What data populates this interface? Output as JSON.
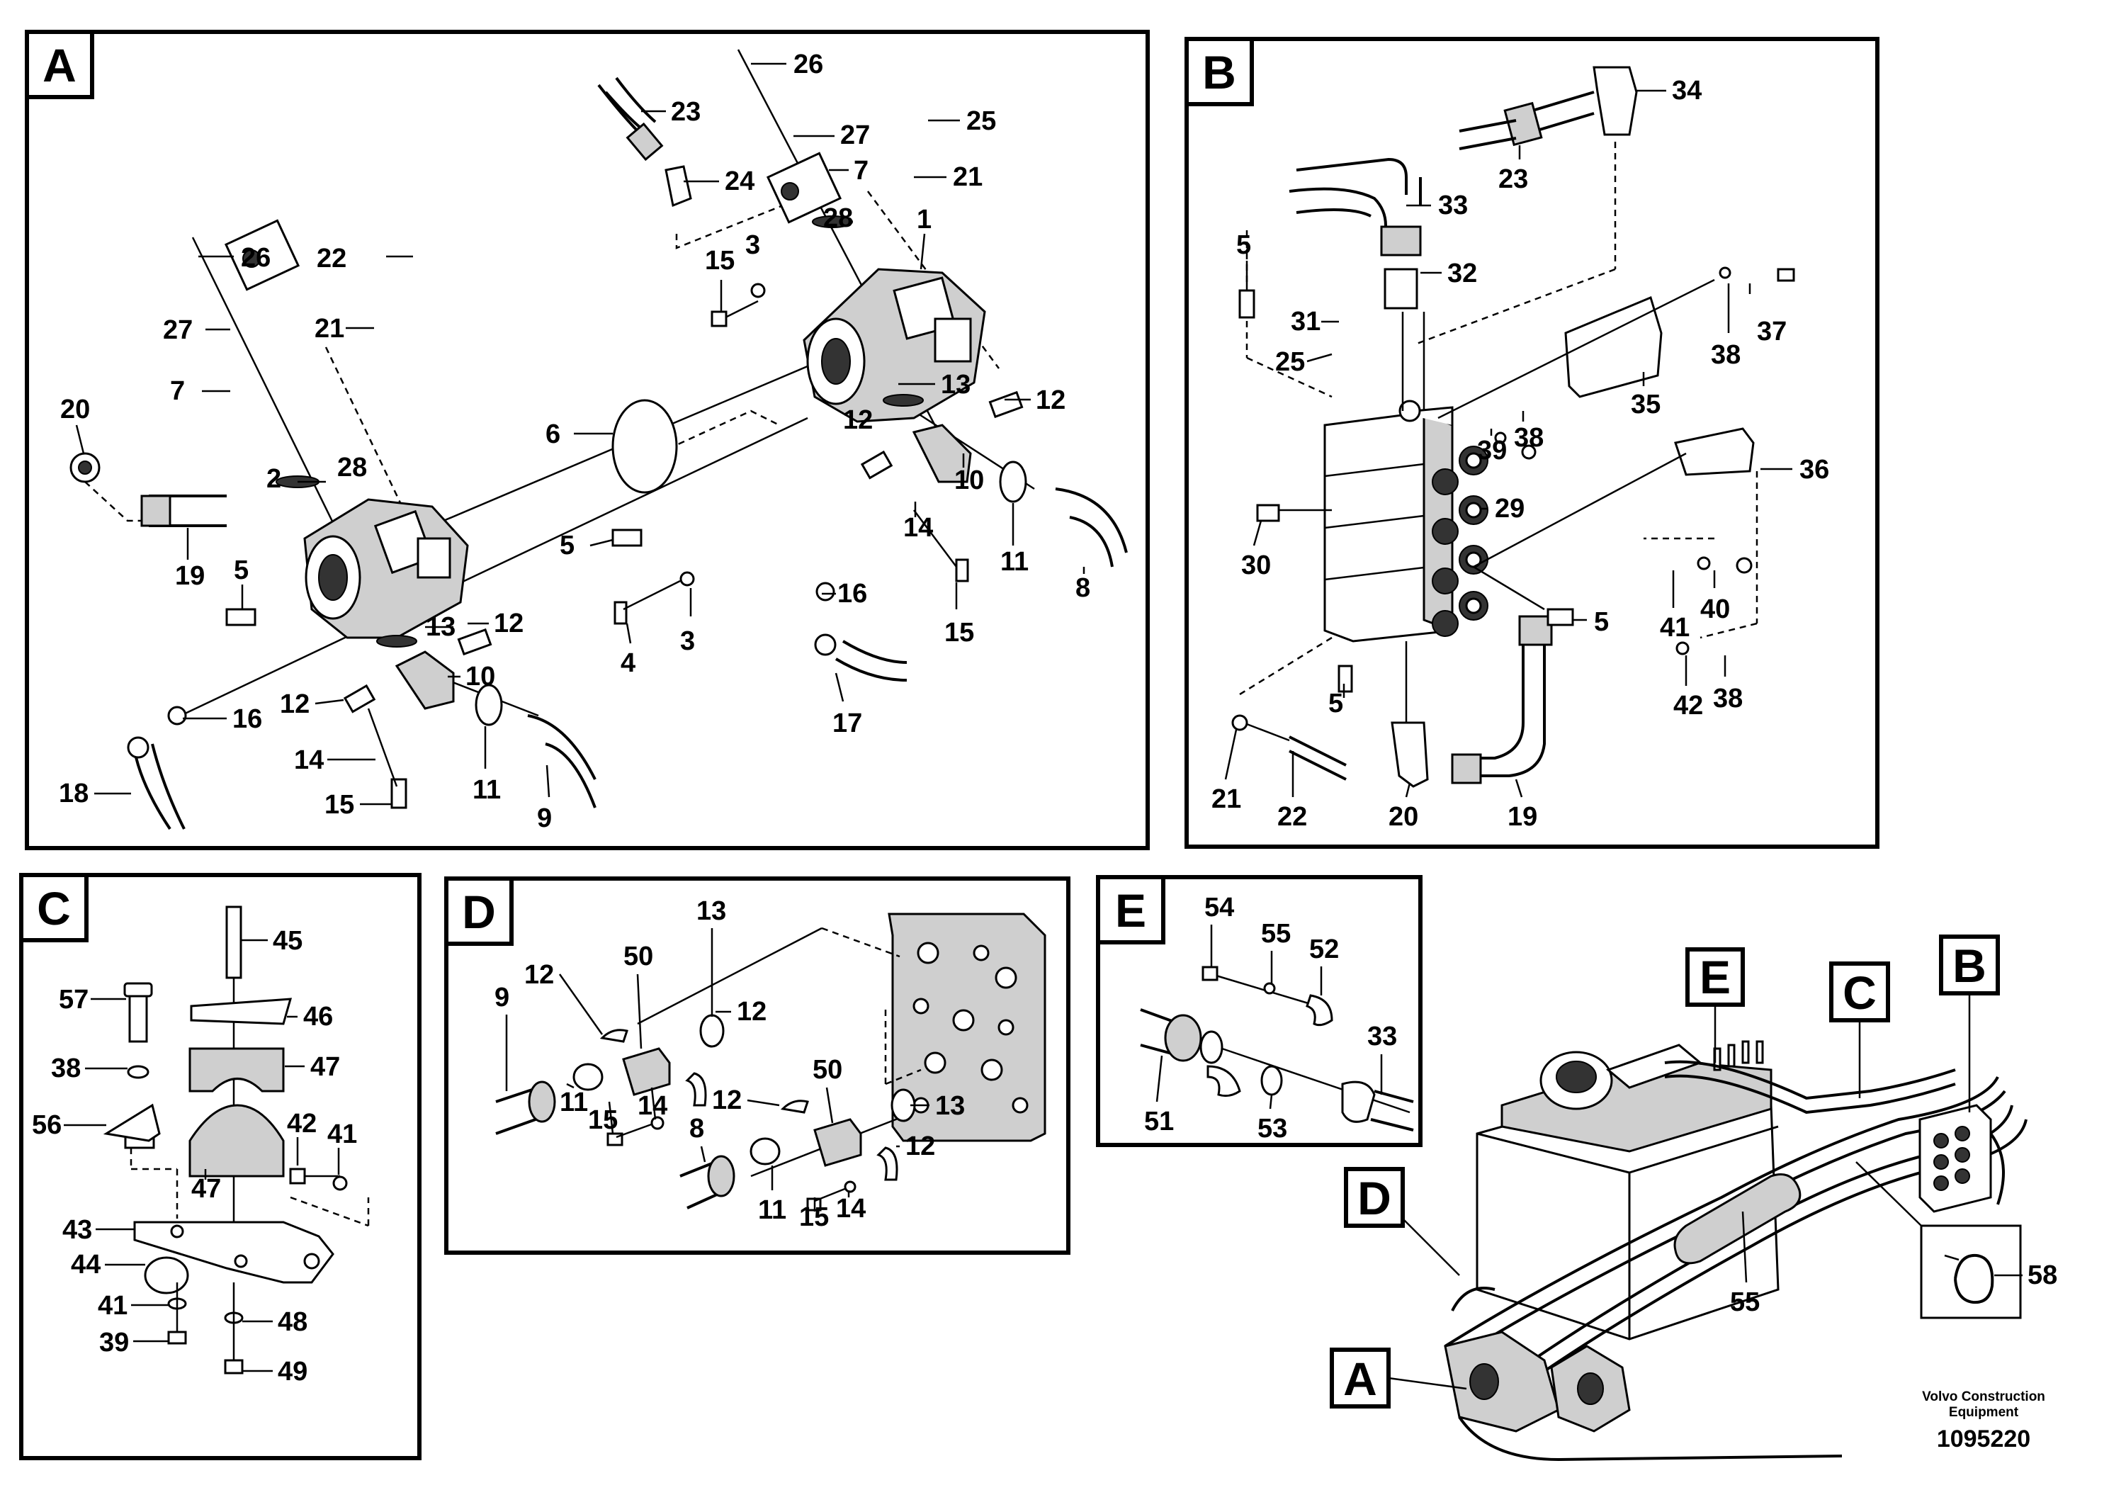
{
  "panels": [
    {
      "id": "A",
      "label": "A"
    },
    {
      "id": "B",
      "label": "B"
    },
    {
      "id": "C",
      "label": "C"
    },
    {
      "id": "D",
      "label": "D"
    },
    {
      "id": "E",
      "label": "E"
    }
  ],
  "overview_callouts": [
    "A",
    "B",
    "C",
    "D",
    "E"
  ],
  "callouts": {
    "A": [
      "26",
      "23",
      "27",
      "25",
      "24",
      "7",
      "21",
      "28",
      "1",
      "15",
      "3",
      "22",
      "26",
      "21",
      "27",
      "7",
      "20",
      "28",
      "2",
      "19",
      "6",
      "13",
      "12",
      "12",
      "5",
      "5",
      "14",
      "10",
      "11",
      "8",
      "16",
      "3",
      "15",
      "4",
      "13",
      "12",
      "10",
      "12",
      "16",
      "14",
      "11",
      "9",
      "15",
      "18",
      "17"
    ],
    "B": [
      "34",
      "23",
      "33",
      "32",
      "5",
      "31",
      "25",
      "37",
      "38",
      "35",
      "39",
      "38",
      "36",
      "29",
      "30",
      "5",
      "40",
      "41",
      "38",
      "42",
      "5",
      "21",
      "22",
      "20",
      "19"
    ],
    "C": [
      "45",
      "57",
      "46",
      "38",
      "47",
      "56",
      "42",
      "41",
      "47",
      "43",
      "44",
      "41",
      "48",
      "39",
      "49"
    ],
    "D": [
      "13",
      "50",
      "12",
      "9",
      "12",
      "11",
      "15",
      "14",
      "50",
      "12",
      "13",
      "8",
      "12",
      "11",
      "15",
      "14"
    ],
    "E": [
      "54",
      "55",
      "52",
      "33",
      "51",
      "53"
    ],
    "overview": [
      "55",
      "58"
    ]
  },
  "footer": {
    "company_line1": "Volvo Construction",
    "company_line2": "Equipment",
    "doc_number": "1095220"
  }
}
